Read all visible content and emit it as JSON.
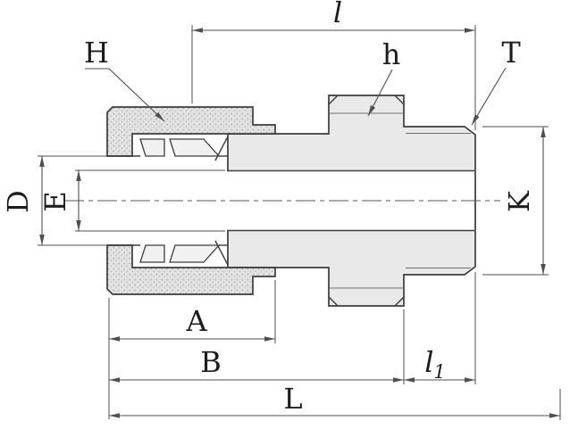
{
  "drawing": {
    "labels": {
      "l": "l",
      "H": "H",
      "h": "h",
      "T": "T",
      "D": "D",
      "E": "E",
      "K": "K",
      "A": "A",
      "B": "B",
      "l1_main": "l",
      "l1_sub": "1",
      "L": "L"
    },
    "colors": {
      "background": "#ffffff",
      "line": "#4f4f4f",
      "line_dark": "#3c3c3c",
      "part_fill": "#e9e9e9",
      "nut_fill": "#e2e2e2",
      "nut_dot": "#a8a8a8",
      "label_text": "#1c1c1c"
    }
  }
}
